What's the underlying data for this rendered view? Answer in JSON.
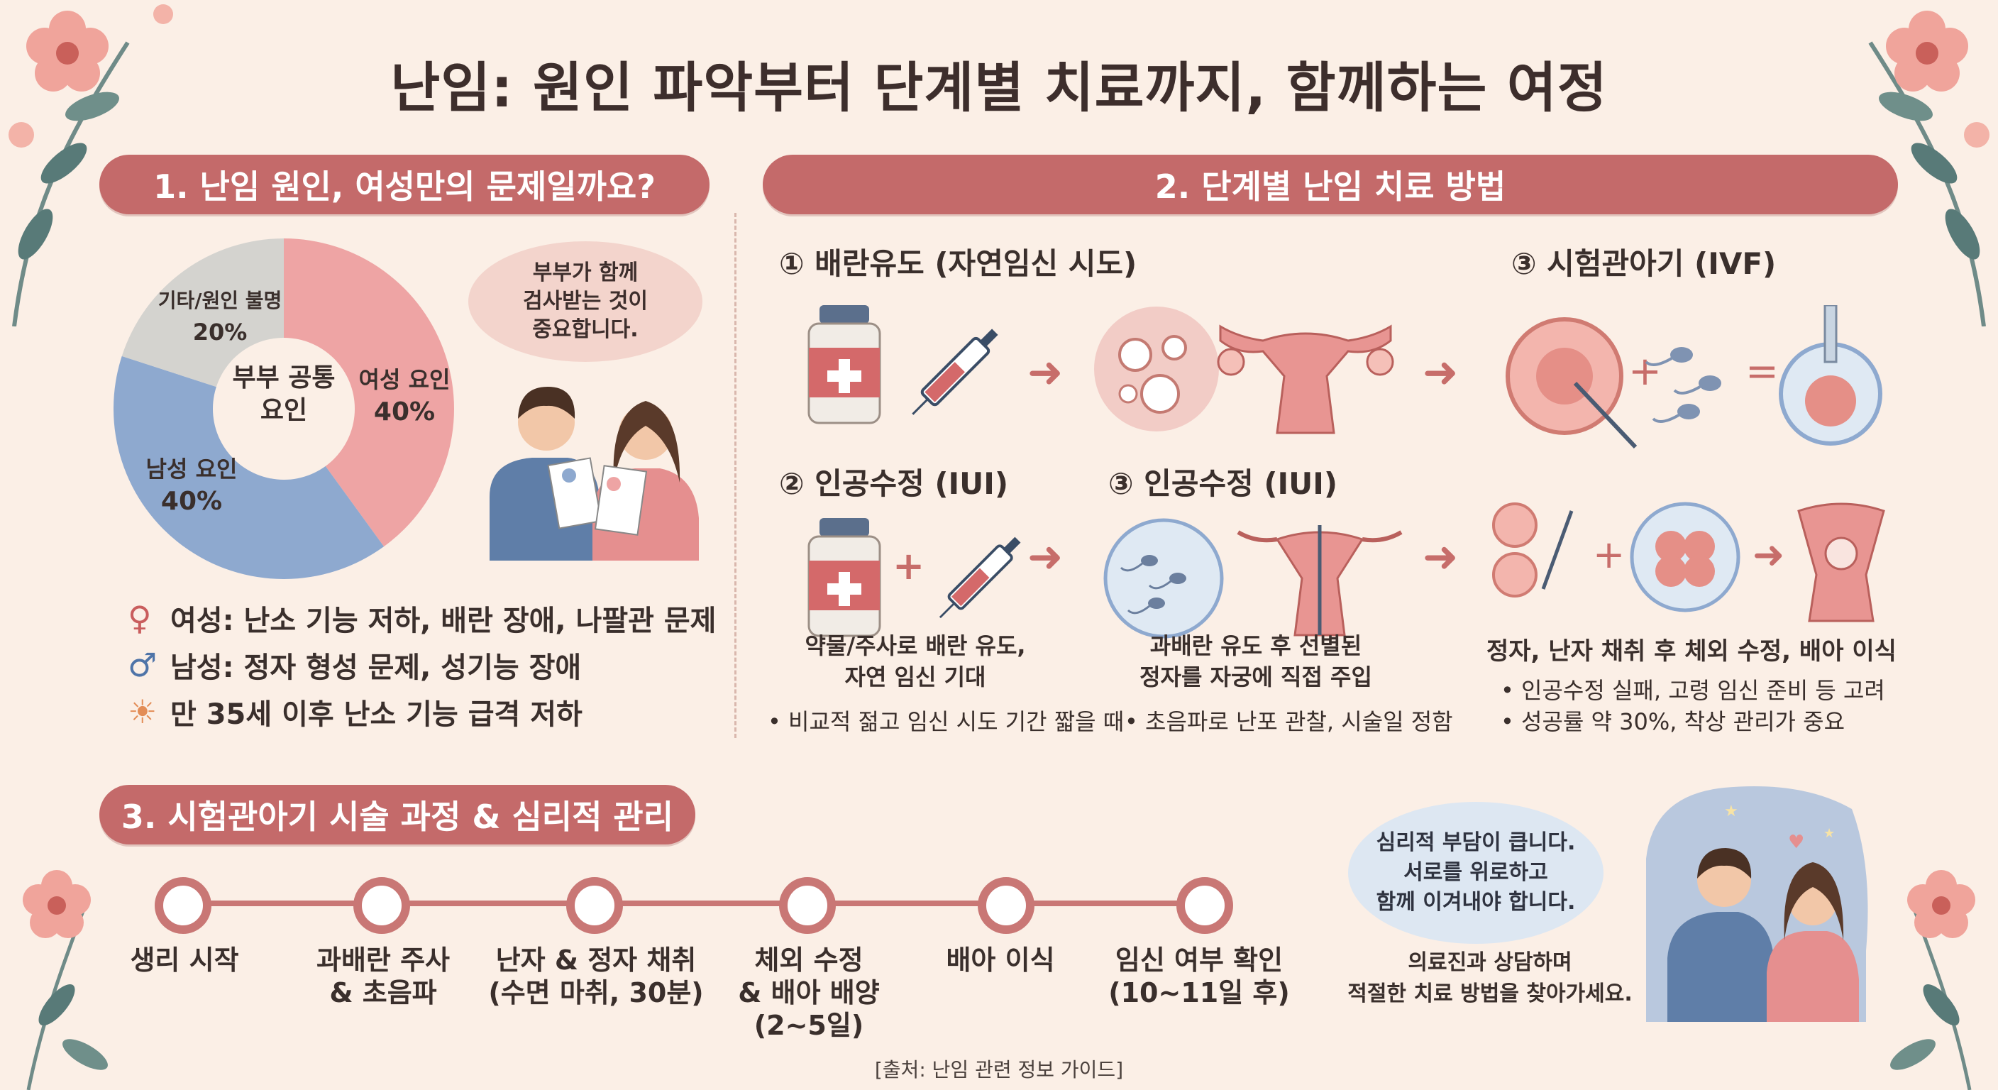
{
  "title": "난임: 원인 파악부터 단계별 치료까지, 함께하는 여정",
  "colors": {
    "accent": "#c46a6a",
    "background": "#fbefe6",
    "female": "#eea4a4",
    "male": "#8aa6cf",
    "other": "#cfcfcf"
  },
  "section1": {
    "header": "1. 난임 원인, 여성만의 문제일까요?",
    "pie_center": "부부 공통\n요인",
    "pie_center_l1": "부부 공통",
    "pie_center_l2": "요인",
    "slices": [
      {
        "label": "여성 요인",
        "value_text": "40%",
        "value": 40
      },
      {
        "label": "남성 요인",
        "value_text": "40%",
        "value": 40
      },
      {
        "label": "기타/원인 불명",
        "value_text": "20%",
        "value": 20
      }
    ],
    "bubble": {
      "l1": "부부가 함께",
      "l2": "검사받는 것이",
      "l3": "중요합니다."
    },
    "legend": [
      {
        "icon": "female-symbol-icon",
        "text": "여성: 난소 기능 저하, 배란 장애, 나팔관 문제"
      },
      {
        "icon": "male-symbol-icon",
        "text": "남성: 정자 형성 문제, 성기능 장애"
      },
      {
        "icon": "sun-icon",
        "text": "만 35세 이후 난소 기능 급격 저하"
      }
    ]
  },
  "section2": {
    "header": "2. 단계별 난임 치료 방법",
    "step1": {
      "title": "① 배란유도 (자연임신 시도)"
    },
    "step3_top": {
      "title": "③ 시험관아기 (IVF)"
    },
    "step2": {
      "title": "② 인공수정 (IUI)",
      "desc_l1": "약물/주사로 배란 유도,",
      "desc_l2": "자연 임신 기대",
      "bullet": "• 비교적 젊고 임신 시도 기간 짧을 때"
    },
    "step3_mid": {
      "title": "③ 인공수정 (IUI)",
      "desc_l1": "과배란 유도 후 선별된",
      "desc_l2": "정자를 자궁에 직접 주입",
      "bullet": "• 초음파로 난포 관찰, 시술일 정함"
    },
    "ivf": {
      "desc": "정자, 난자 채취 후 체외 수정, 배아 이식",
      "bullet1": "• 인공수정 실패, 고령 임신 준비 등 고려",
      "bullet2": "• 성공률 약 30%, 착상 관리가 중요"
    },
    "plus": "+",
    "equals": "="
  },
  "section3": {
    "header": "3. 시험관아기 시술 과정 & 심리적 관리",
    "timeline": [
      {
        "l1": "생리 시작",
        "l2": "",
        "l3": ""
      },
      {
        "l1": "과배란 주사",
        "l2": "& 초음파",
        "l3": ""
      },
      {
        "l1": "난자 & 정자 채취",
        "l2": "(수면 마취, 30분)",
        "l3": ""
      },
      {
        "l1": "체외 수정",
        "l2": "& 배아 배양",
        "l3": "(2~5일)"
      },
      {
        "l1": "배아 이식",
        "l2": "",
        "l3": ""
      },
      {
        "l1": "임신 여부 확인",
        "l2": "(10~11일 후)",
        "l3": ""
      }
    ],
    "bubble": {
      "l1": "심리적 부담이 큽니다.",
      "l2": "서로를 위로하고",
      "l3": "함께 이겨내야 합니다."
    },
    "advice": {
      "l1": "의료진과 상담하며",
      "l2": "적절한 치료 방법을 찾아가세요."
    }
  },
  "source": "[출처: 난임 관련 정보 가이드]"
}
